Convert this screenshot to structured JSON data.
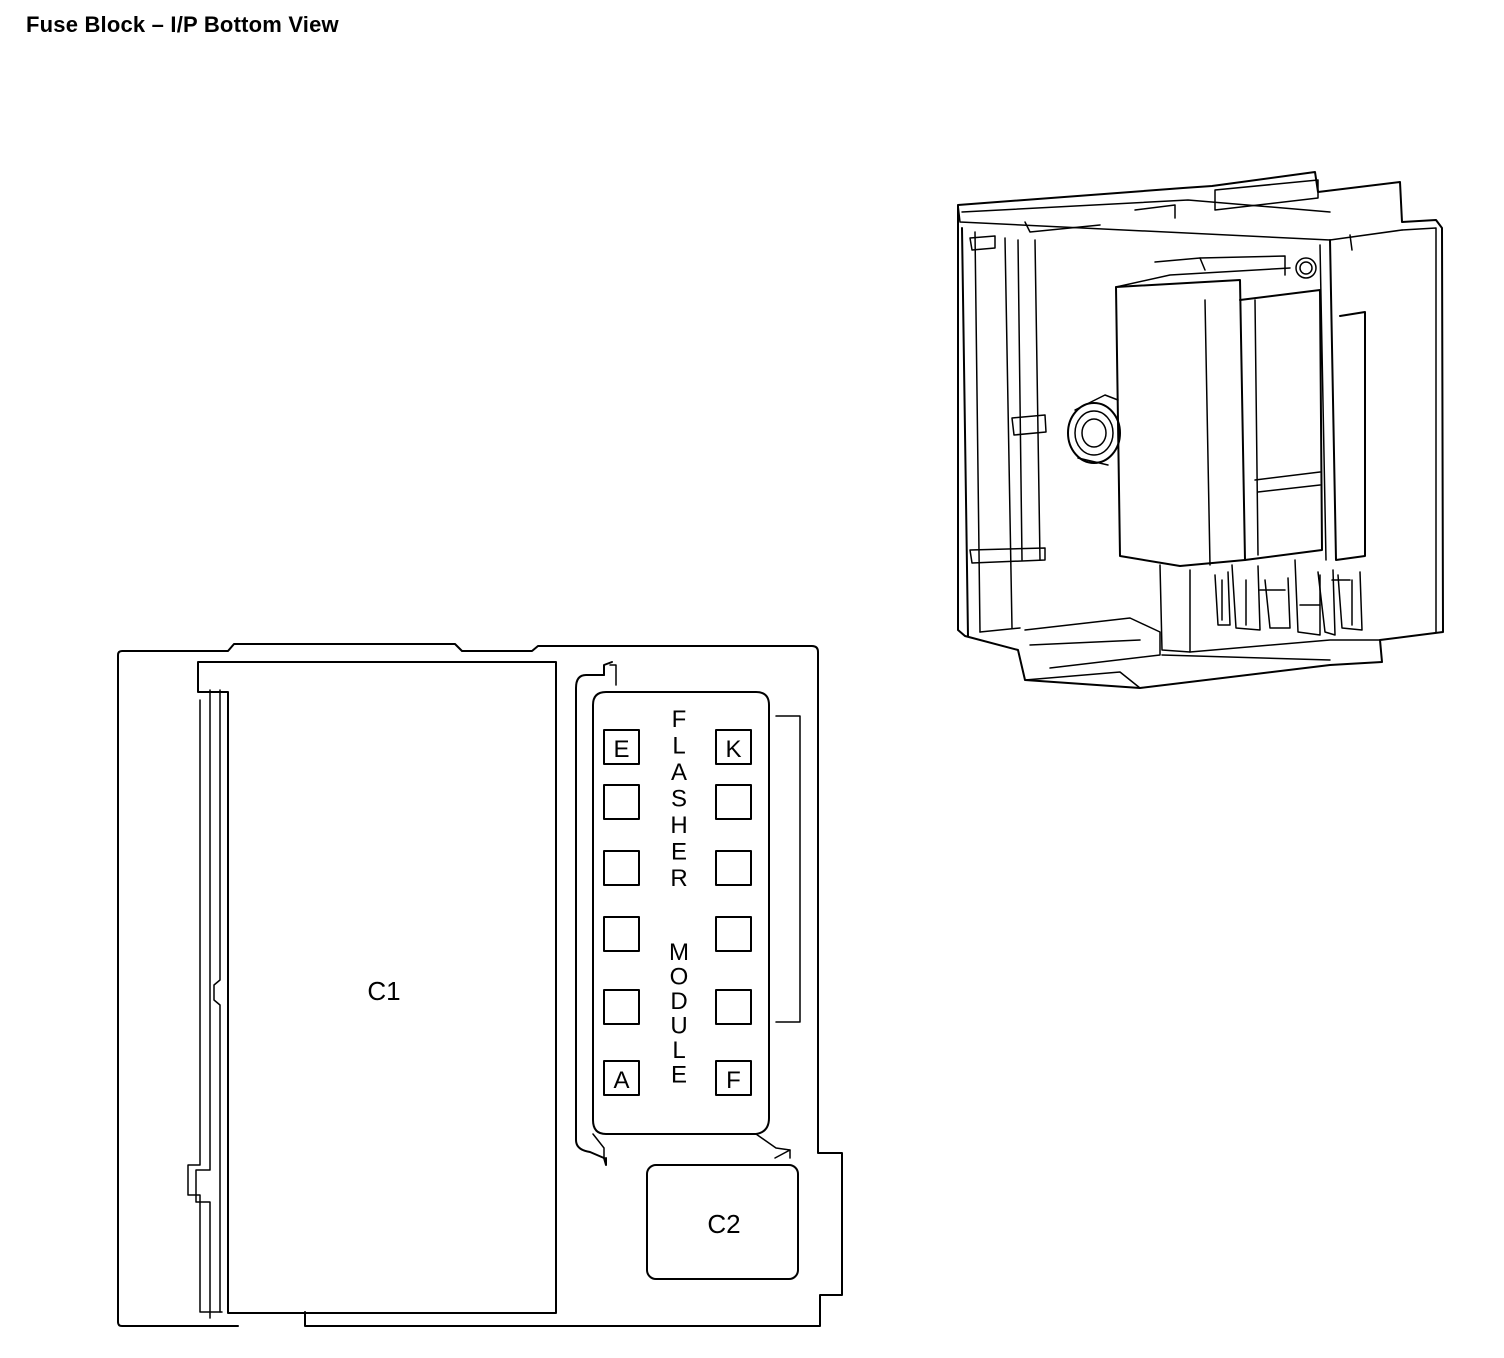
{
  "title": "Fuse Block – I/P Bottom View",
  "connectors": {
    "c1": "C1",
    "c2": "C2"
  },
  "flasher_module": {
    "label_left_word": "FLASHER",
    "label_right_word": "MODULE",
    "left_column_pins": [
      "E",
      "",
      "",
      "",
      "",
      "A"
    ],
    "right_column_pins": [
      "K",
      "",
      "",
      "",
      "",
      "F"
    ]
  },
  "colors": {
    "line": "#000000",
    "background": "#ffffff"
  }
}
